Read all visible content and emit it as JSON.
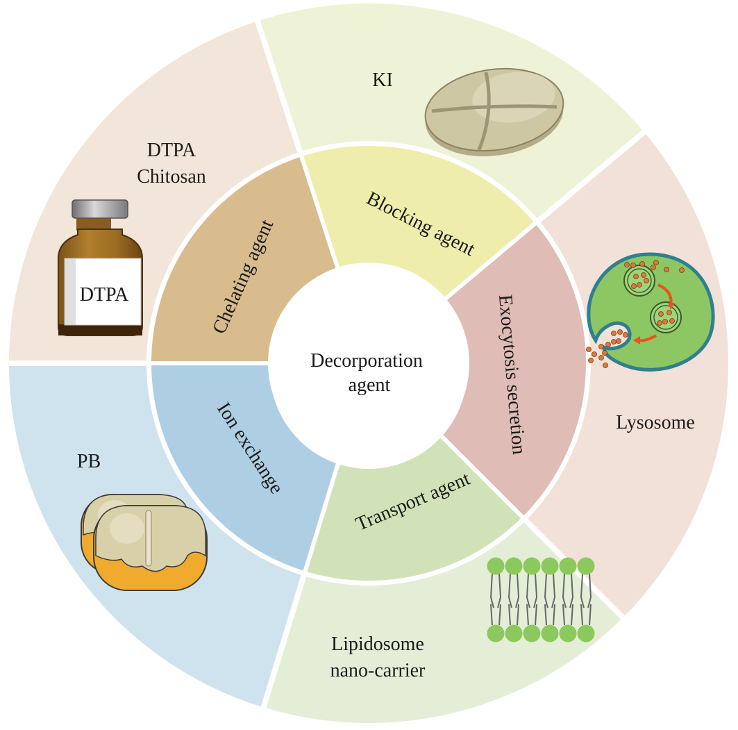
{
  "center": {
    "line1": "Decorporation",
    "line2": "agent"
  },
  "segments": [
    {
      "key": "chelating",
      "inner_label": "Chelating agent",
      "outer_label_line1": "DTPA",
      "outer_label_line2": "Chitosan",
      "illustration": "vial-icon",
      "illustration_text": "DTPA",
      "outer_color": "#f2e5d9",
      "inner_color": "#d8bc8d"
    },
    {
      "key": "blocking",
      "inner_label": "Blocking agent",
      "outer_label_line1": "KI",
      "illustration": "tablet-icon",
      "outer_color": "#eef3d7",
      "inner_color": "#eeedac"
    },
    {
      "key": "exocytosis",
      "inner_label": "Exocytosis secretion",
      "outer_label_line1": "Lysosome",
      "illustration": "lysosome-cell-icon",
      "outer_color": "#f2e1d8",
      "inner_color": "#e0bcb6"
    },
    {
      "key": "transport",
      "inner_label": "Transport agent",
      "outer_label_line1": "Lipidosome",
      "outer_label_line2": "nano-carrier",
      "illustration": "lipid-bilayer-icon",
      "outer_color": "#e4eed7",
      "inner_color": "#d2e2b8"
    },
    {
      "key": "ion",
      "inner_label": "Ion exchange",
      "outer_label_line1": "PB",
      "illustration": "capsule-icon",
      "outer_color": "#cfe3ee",
      "inner_color": "#aecee3"
    }
  ]
}
